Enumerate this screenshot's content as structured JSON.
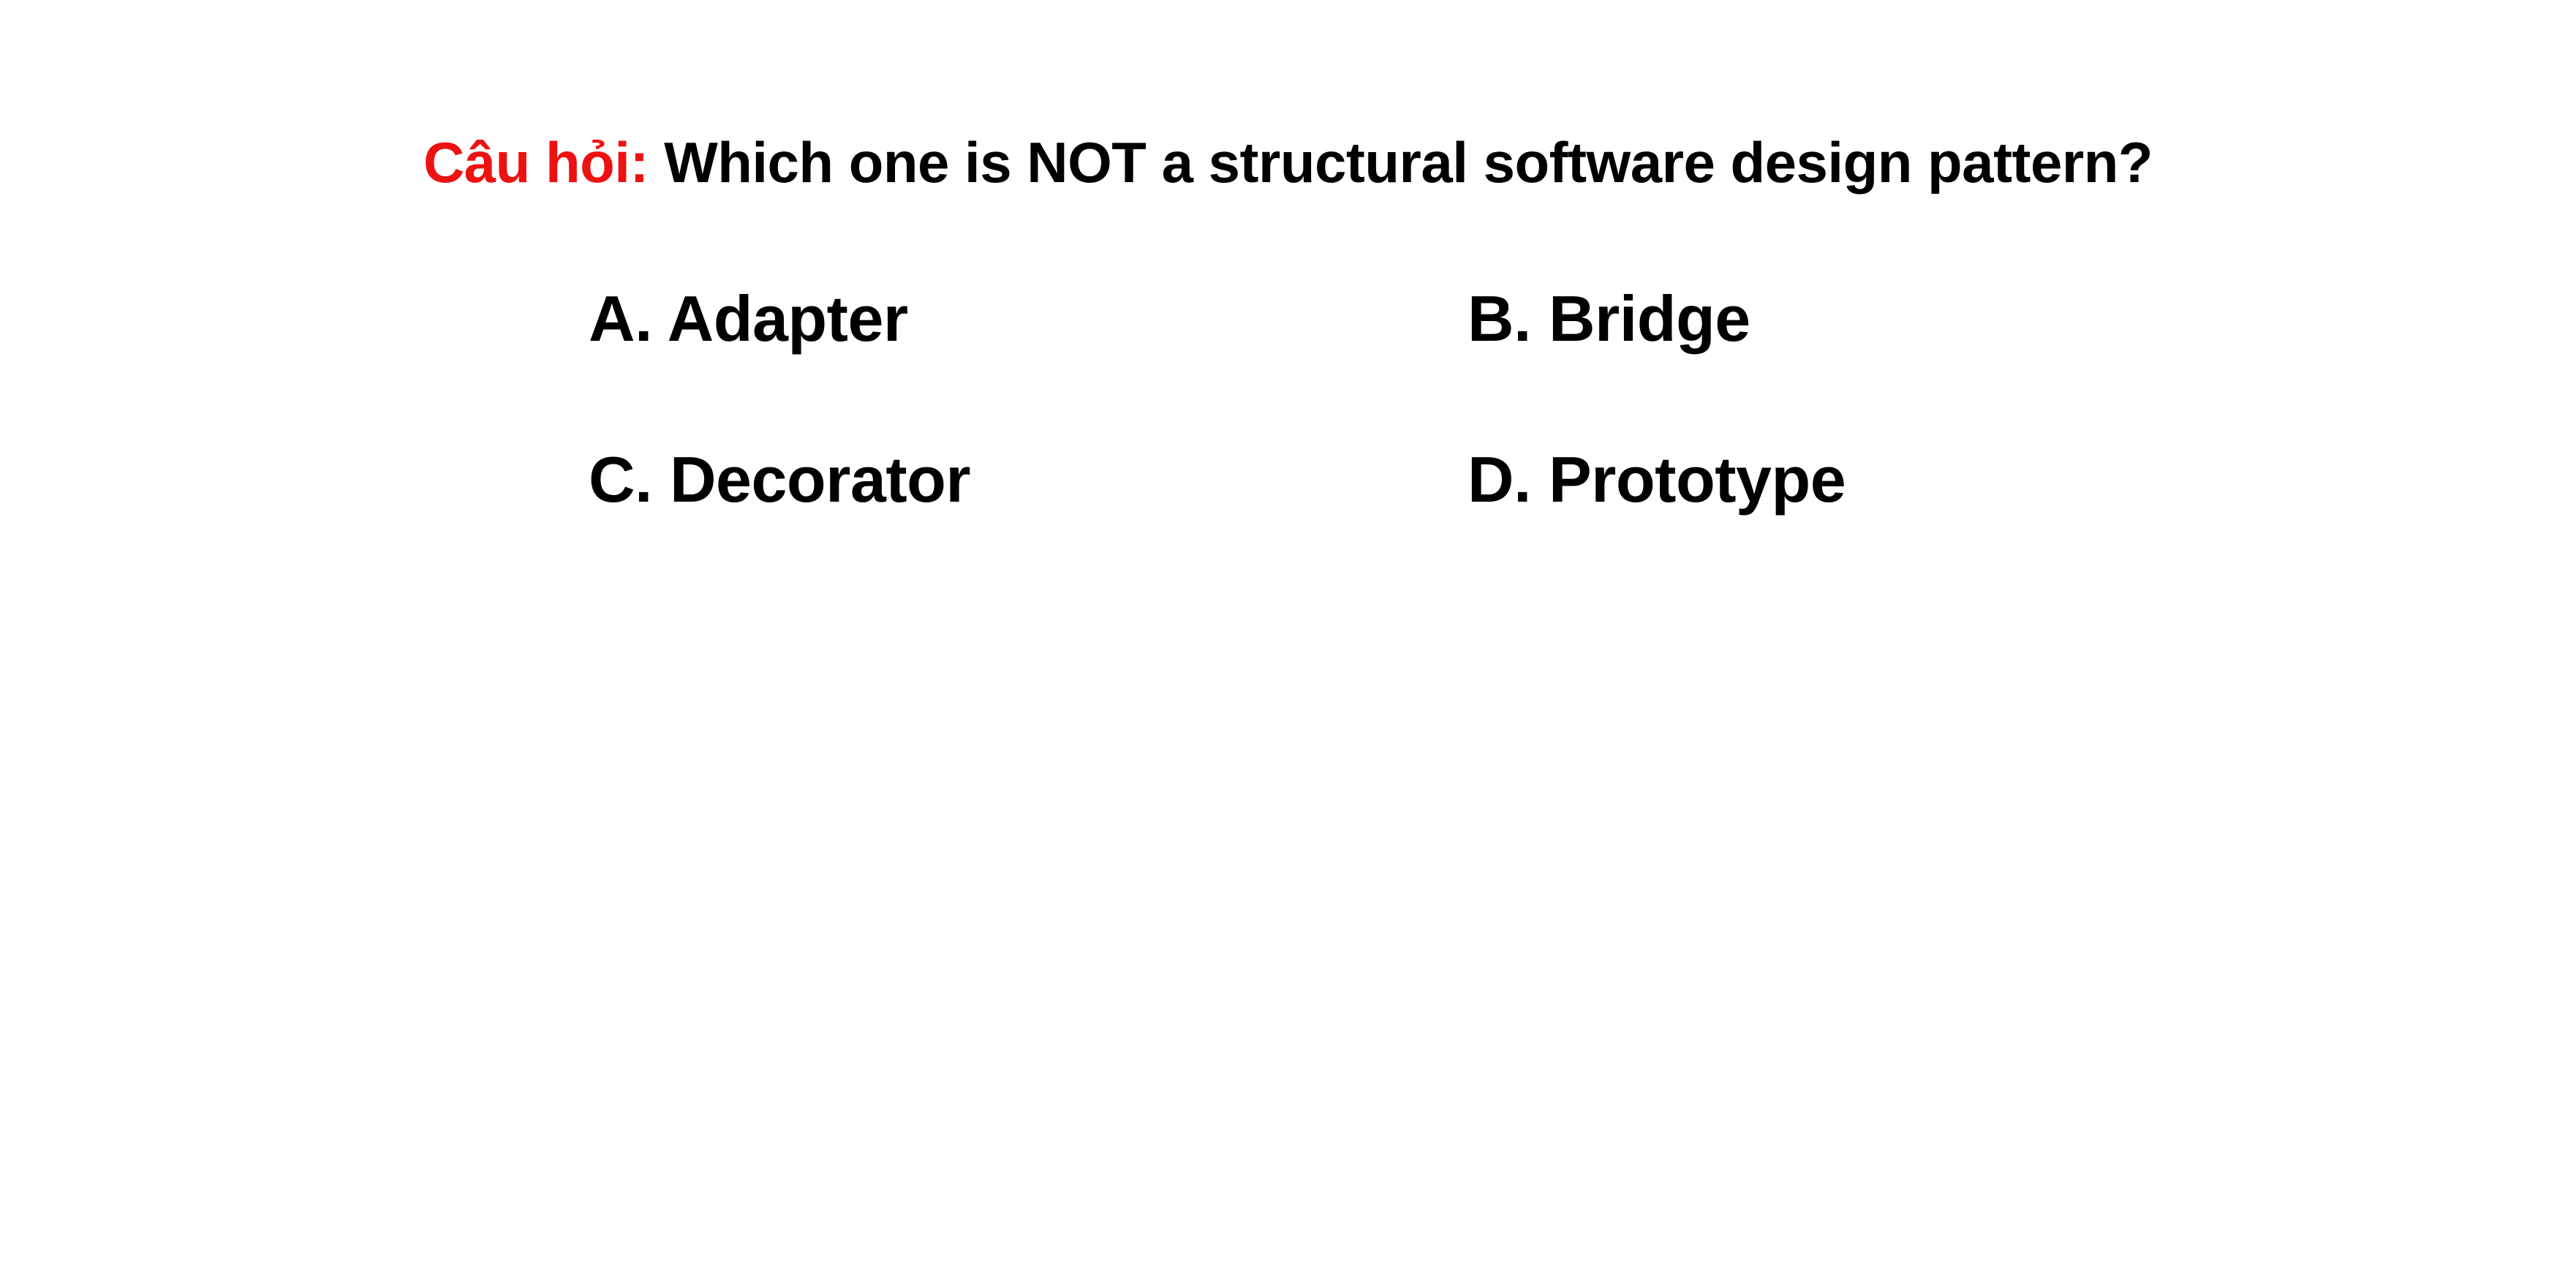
{
  "question": {
    "prefix": "Câu hỏi:",
    "text": "Which one is NOT a structural software design pattern?",
    "prefix_color": "#ee1111"
  },
  "options": [
    {
      "label": "A. Adapter"
    },
    {
      "label": "B. Bridge"
    },
    {
      "label": "C. Decorator"
    },
    {
      "label": "D. Prototype"
    }
  ]
}
